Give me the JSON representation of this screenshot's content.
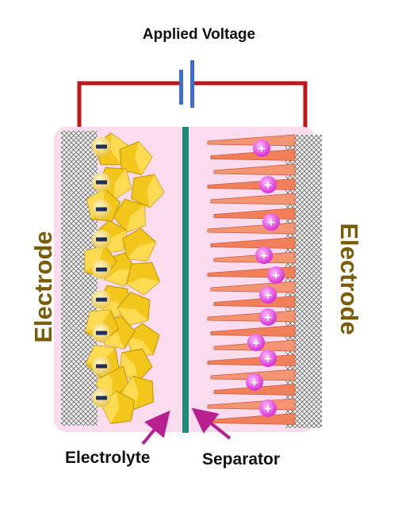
{
  "labels": {
    "applied_voltage": "Applied Voltage",
    "electrode_left": "Electrode",
    "electrode_right": "Electrode",
    "electrolyte": "Electrolyte",
    "separator": "Separator"
  },
  "symbols": {
    "negative": "−",
    "positive": "+"
  },
  "colors": {
    "wire": "#c0161b",
    "battery_plate": "#3b6fc9",
    "electrolyte": "#fbdcef",
    "separator": "#1f8a7a",
    "crystal": "#f3c61c",
    "plates": "#f07f5a",
    "positive_ion": "#e23de0",
    "negative_ion": "#1d2f5c",
    "label_text": "#7a5c06",
    "arrow": "#b8208f"
  }
}
